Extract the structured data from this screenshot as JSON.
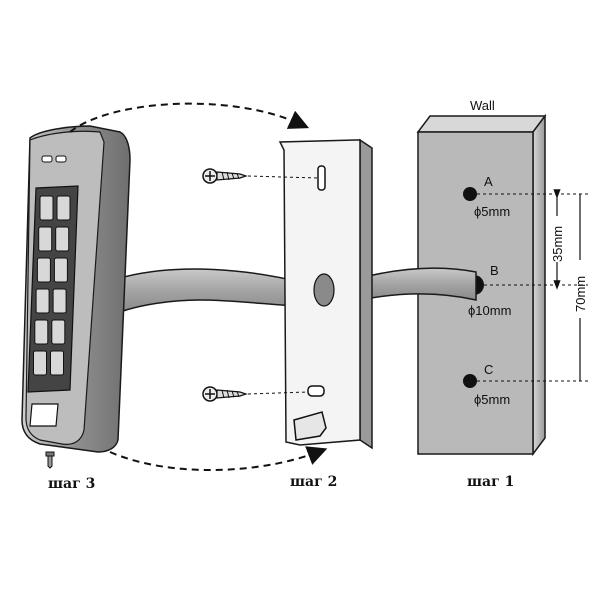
{
  "wall": {
    "title": "Wall",
    "holes": [
      {
        "letter": "A",
        "diameter": "ϕ5mm"
      },
      {
        "letter": "B",
        "diameter": "ϕ10mm"
      },
      {
        "letter": "C",
        "diameter": "ϕ5mm"
      }
    ]
  },
  "dimensions": {
    "short": "35mm",
    "long": "70mm"
  },
  "steps": {
    "step1": "шаг 1",
    "step2": "шаг 2",
    "step3": "шаг 3"
  },
  "colors": {
    "wall_fill": "#b9b9b9",
    "plate_fill": "#f4f4f4",
    "device_body": "#9e9e9e",
    "cable": "#a9a9a9",
    "outline": "#1a1a1a"
  }
}
